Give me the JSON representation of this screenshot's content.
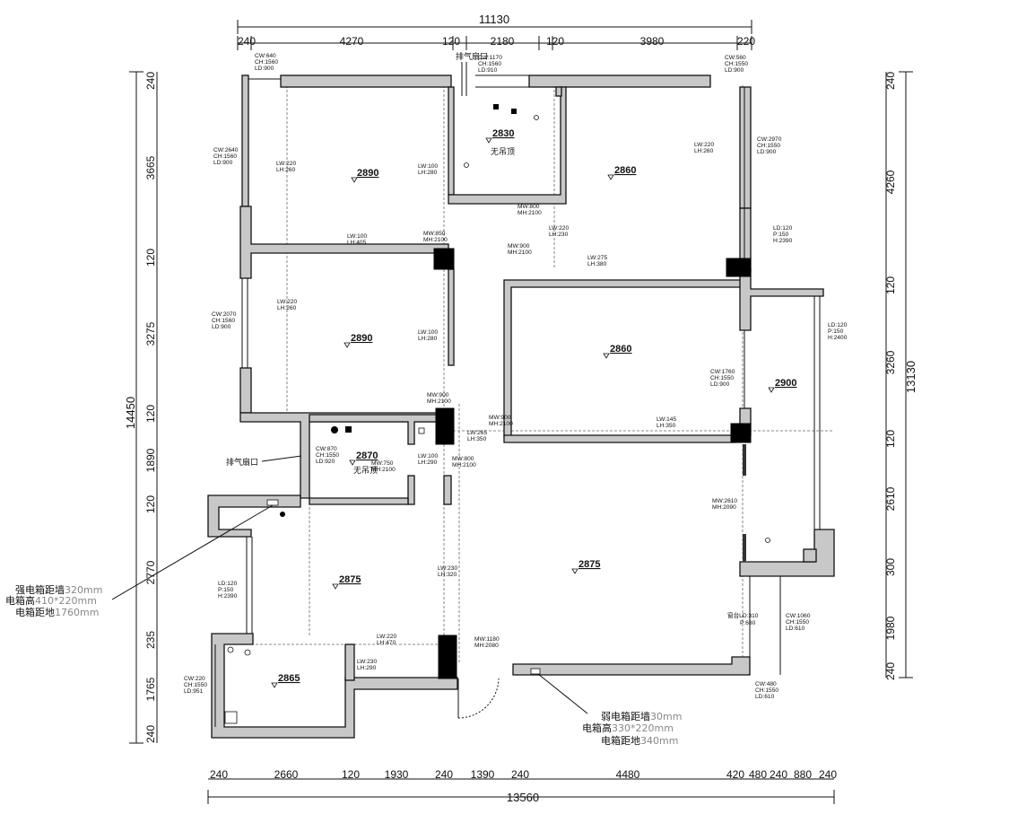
{
  "dimensions": {
    "top_total": "11130",
    "top_segments": [
      "240",
      "4270",
      "120",
      "2180",
      "120",
      "3980",
      "220"
    ],
    "bottom_total": "13560",
    "bottom_segments": [
      "240",
      "2660",
      "120",
      "1930",
      "240",
      "1390",
      "240",
      "4480",
      "420",
      "480",
      "240",
      "880",
      "240"
    ],
    "left_total": "14450",
    "left_segments": [
      "240",
      "3665",
      "120",
      "3275",
      "120",
      "1890",
      "120",
      "2770",
      "235",
      "1765",
      "240"
    ],
    "right_total": "13130",
    "right_segments": [
      "240",
      "4260",
      "120",
      "3260",
      "120",
      "2610",
      "300",
      "1980",
      "240"
    ]
  },
  "rooms": [
    {
      "id": "r1",
      "height": "2890"
    },
    {
      "id": "r2",
      "height": "2890"
    },
    {
      "id": "r3",
      "height": "2830",
      "name": "无吊顶"
    },
    {
      "id": "r4",
      "height": "2860"
    },
    {
      "id": "r5",
      "height": "2860"
    },
    {
      "id": "r6",
      "height": "2900"
    },
    {
      "id": "r7",
      "height": "2870",
      "name": "无吊顶"
    },
    {
      "id": "r8",
      "height": "2875"
    },
    {
      "id": "r9",
      "height": "2875"
    },
    {
      "id": "r10",
      "height": "2865"
    }
  ],
  "annotations": {
    "a1": [
      "CW:640",
      "CH:1560",
      "LD:900"
    ],
    "a2": [
      "CW:1170",
      "CH:1560",
      "LD:910"
    ],
    "a3": [
      "CW:560",
      "CH:1550",
      "LD:900"
    ],
    "a4": [
      "CW:2640",
      "CH:1560",
      "LD:900"
    ],
    "a5": [
      "LW:220",
      "LH:260"
    ],
    "a6": [
      "LW:100",
      "LH:280"
    ],
    "a7": [
      "LW:220",
      "LH:260"
    ],
    "a8": [
      "CW:2970",
      "CH:1550",
      "LD:900"
    ],
    "a9": [
      "MW:800",
      "MH:2100"
    ],
    "a10": [
      "LW:100",
      "LH:405"
    ],
    "a11": [
      "MW:850",
      "MH:2100"
    ],
    "a12": [
      "MW:900",
      "MH:2100"
    ],
    "a13": [
      "LW:220",
      "LH:230"
    ],
    "a14": [
      "LW:275",
      "LH:380"
    ],
    "a15": [
      "LD:120",
      "P:150",
      "H:2390"
    ],
    "a16": [
      "CW:2070",
      "CH:1560",
      "LD:900"
    ],
    "a17": [
      "LW:220",
      "LH:260"
    ],
    "a18": [
      "LW:100",
      "LH:280"
    ],
    "a19": [
      "LD:120",
      "P:150",
      "H:2400"
    ],
    "a20": [
      "CW:1760",
      "CH:1550",
      "LD:900"
    ],
    "a21": [
      "MW:900",
      "MH:2100"
    ],
    "a22": [
      "MW:900",
      "MH:2100"
    ],
    "a23": [
      "LW:265",
      "LH:350"
    ],
    "a24": [
      "LW:145",
      "LH:350"
    ],
    "a25": [
      "CW:870",
      "CH:1550",
      "LD:920"
    ],
    "a26": [
      "LW:100",
      "LH:290"
    ],
    "a27": [
      "MW:750",
      "MH:2100"
    ],
    "a28": [
      "MW:800",
      "MH:2100"
    ],
    "a29": [
      "MW:2610",
      "MH:2090"
    ],
    "a30": [
      "LD:120",
      "P:150",
      "H:2390"
    ],
    "a31": [
      "LW:230",
      "LH:320"
    ],
    "a32": [
      "窗台LD:310",
      "P:680"
    ],
    "a33": [
      "CW:1060",
      "CH:1550",
      "LD:610"
    ],
    "a34": [
      "LW:220",
      "LH:470"
    ],
    "a35": [
      "MW:1180",
      "MH:2080"
    ],
    "a36": [
      "CW:220",
      "CH:1550",
      "LD:951"
    ],
    "a37": [
      "LW:230",
      "LH:290"
    ],
    "a38": [
      "CW:480",
      "CH:1550",
      "LD:610"
    ]
  },
  "labels": {
    "exhaust_top": "排气扇口",
    "exhaust_left": "排气扇口"
  },
  "callouts": {
    "strong_box": {
      "line1_a": "强电箱距墙",
      "line1_b": "320mm",
      "line2_a": "电箱高",
      "line2_b": "410*220mm",
      "line3_a": "电箱距地",
      "line3_b": "1760mm"
    },
    "weak_box": {
      "line1_a": "弱电箱距墙",
      "line1_b": "30mm",
      "line2_a": "电箱高",
      "line2_b": "330*220mm",
      "line3_a": "电箱距地",
      "line3_b": "340mm"
    }
  }
}
